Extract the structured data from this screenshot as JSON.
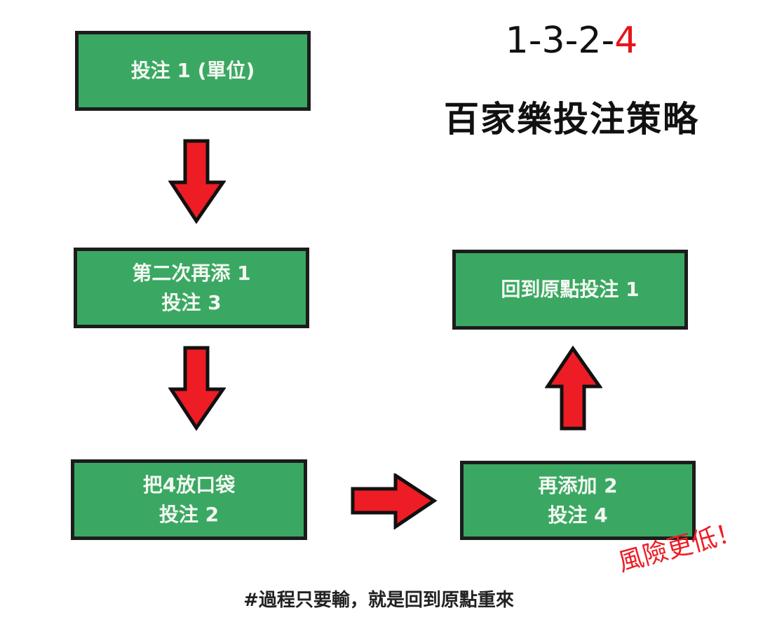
{
  "title": {
    "sequence_prefix": "1-3-2-",
    "sequence_highlight": "4",
    "subtitle": "百家樂投注策略"
  },
  "boxes": [
    {
      "lines": [
        "投注 1 (單位)"
      ]
    },
    {
      "lines": [
        "第二次再添 1",
        "投注 3"
      ]
    },
    {
      "lines": [
        "把4放口袋",
        "投注 2"
      ]
    },
    {
      "lines": [
        "再添加 2",
        "投注 4"
      ]
    },
    {
      "lines": [
        "回到原點投注 1"
      ]
    }
  ],
  "note": "風險更低！",
  "footer": "#過程只要輸，就是回到原點重來",
  "colors": {
    "box_fill": "#3aa862",
    "arrow": "#ee1c24",
    "border": "#1c1c1c"
  }
}
